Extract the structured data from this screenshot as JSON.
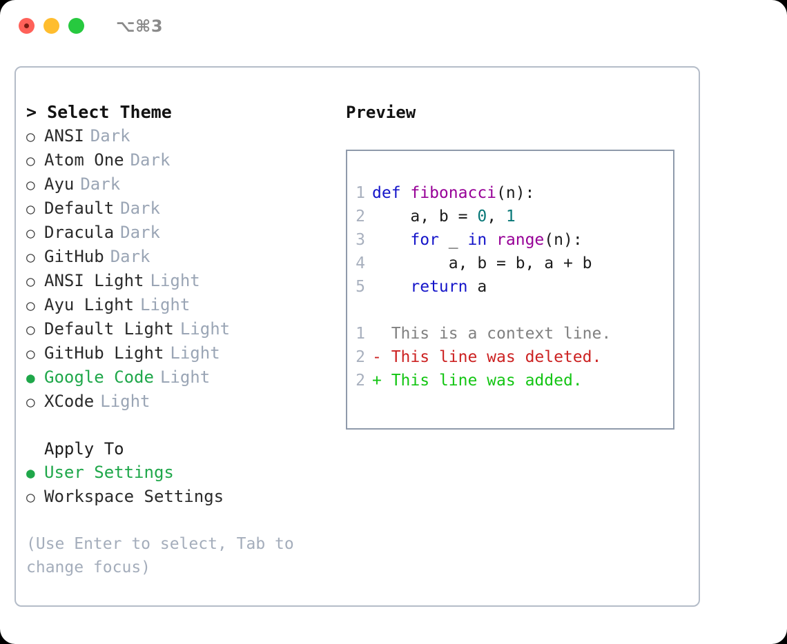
{
  "window": {
    "shortcut": "⌥⌘3",
    "traffic_lights": [
      "close-red",
      "minimize-yellow",
      "maximize-green"
    ],
    "colors": {
      "red": "#ff6159",
      "yellow": "#ffbd2e",
      "green": "#27c93f",
      "panel_border": "#b4bcc8",
      "code_border": "#8f9aab",
      "accent_green": "#1fa74a",
      "muted": "#9aa5b5"
    }
  },
  "theme_selector": {
    "prompt": ">",
    "title": "Select Theme",
    "marker_selected": "●",
    "marker_unselected": "○",
    "options": [
      {
        "marker": "○",
        "label": "ANSI",
        "suffix": "Dark",
        "selected": false
      },
      {
        "marker": "○",
        "label": "Atom One",
        "suffix": "Dark",
        "selected": false
      },
      {
        "marker": "○",
        "label": "Ayu",
        "suffix": "Dark",
        "selected": false
      },
      {
        "marker": "○",
        "label": "Default",
        "suffix": "Dark",
        "selected": false
      },
      {
        "marker": "○",
        "label": "Dracula",
        "suffix": "Dark",
        "selected": false
      },
      {
        "marker": "○",
        "label": "GitHub",
        "suffix": "Dark",
        "selected": false
      },
      {
        "marker": "○",
        "label": "ANSI Light",
        "suffix": "Light",
        "selected": false
      },
      {
        "marker": "○",
        "label": "Ayu Light",
        "suffix": "Light",
        "selected": false
      },
      {
        "marker": "○",
        "label": "Default Light",
        "suffix": "Light",
        "selected": false
      },
      {
        "marker": "○",
        "label": "GitHub Light",
        "suffix": "Light",
        "selected": false
      },
      {
        "marker": "●",
        "label": "Google Code",
        "suffix": "Light",
        "selected": true
      },
      {
        "marker": "○",
        "label": "XCode",
        "suffix": "Light",
        "selected": false
      }
    ]
  },
  "apply_to": {
    "title": "Apply To",
    "options": [
      {
        "marker": "●",
        "label": "User Settings",
        "selected": true
      },
      {
        "marker": "○",
        "label": "Workspace Settings",
        "selected": false
      }
    ]
  },
  "hint": "(Use Enter to select, Tab to change focus)",
  "preview": {
    "title": "Preview",
    "code_lines": [
      {
        "no": "1",
        "tokens": [
          {
            "t": "def ",
            "c": "kw"
          },
          {
            "t": "fibonacci",
            "c": "fn"
          },
          {
            "t": "(n):",
            "c": "plain"
          }
        ]
      },
      {
        "no": "2",
        "tokens": [
          {
            "t": "    a, b = ",
            "c": "plain"
          },
          {
            "t": "0",
            "c": "num"
          },
          {
            "t": ", ",
            "c": "plain"
          },
          {
            "t": "1",
            "c": "num"
          }
        ]
      },
      {
        "no": "3",
        "tokens": [
          {
            "t": "    ",
            "c": "plain"
          },
          {
            "t": "for",
            "c": "kw"
          },
          {
            "t": " _ ",
            "c": "plain"
          },
          {
            "t": "in",
            "c": "kw"
          },
          {
            "t": " ",
            "c": "plain"
          },
          {
            "t": "range",
            "c": "fn"
          },
          {
            "t": "(n):",
            "c": "plain"
          }
        ]
      },
      {
        "no": "4",
        "tokens": [
          {
            "t": "        a, b = b, a + b",
            "c": "plain"
          }
        ]
      },
      {
        "no": "5",
        "tokens": [
          {
            "t": "    ",
            "c": "plain"
          },
          {
            "t": "return",
            "c": "kw"
          },
          {
            "t": " a",
            "c": "plain"
          }
        ]
      }
    ],
    "diff_lines": [
      {
        "no": "1",
        "sign": " ",
        "text": " This is a context line.",
        "kind": "ctx"
      },
      {
        "no": "2",
        "sign": "-",
        "text": " This line was deleted.",
        "kind": "del"
      },
      {
        "no": "2",
        "sign": "+",
        "text": " This line was added.",
        "kind": "add"
      }
    ]
  }
}
